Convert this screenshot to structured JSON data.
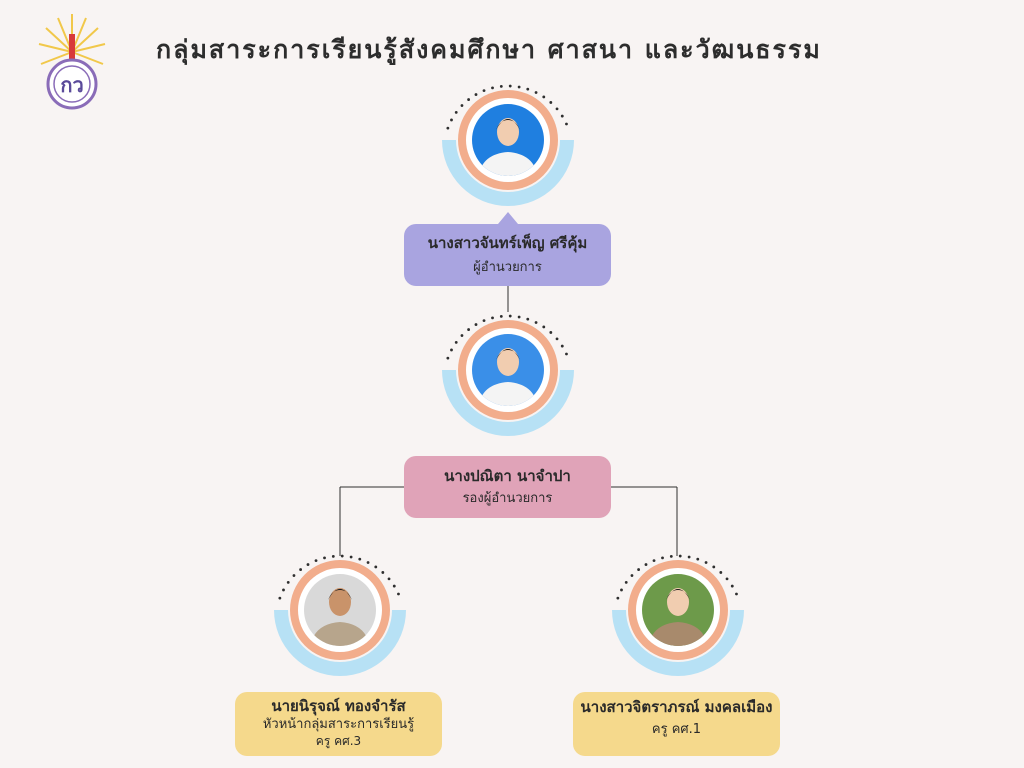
{
  "title": "กลุ่มสาระการเรียนรู้สังคมศึกษา ศาสนา และวัฒนธรรม",
  "logo": {
    "icon": "school-emblem-icon",
    "text": "กว"
  },
  "colors": {
    "ring_outer": "#f2ad8c",
    "ring_inner": "#ffffff",
    "arc": "#b7e1f5",
    "dots": "#2f2f2f",
    "card_director": "#a9a4e0",
    "card_deputy": "#e0a3b8",
    "card_teacher": "#f5d98c",
    "line": "#2f2f2f"
  },
  "nodes": {
    "director": {
      "name": "นางสาวจันทร์เพ็ญ ศรีคุ้ม",
      "role": "ผู้อำนวยการ"
    },
    "deputy": {
      "name": "นางปณิตา นาจำปา",
      "role": "รองผู้อำนวยการ"
    },
    "head": {
      "name": "นายนิรุจณ์ ทองจำรัส",
      "role": "หัวหน้ากลุ่มสาระการเรียนรู้",
      "sub": "ครู คศ.3"
    },
    "teacher": {
      "name": "นางสาวจิตราภรณ์ มงคลเมือง",
      "role": "ครู คศ.1"
    }
  }
}
